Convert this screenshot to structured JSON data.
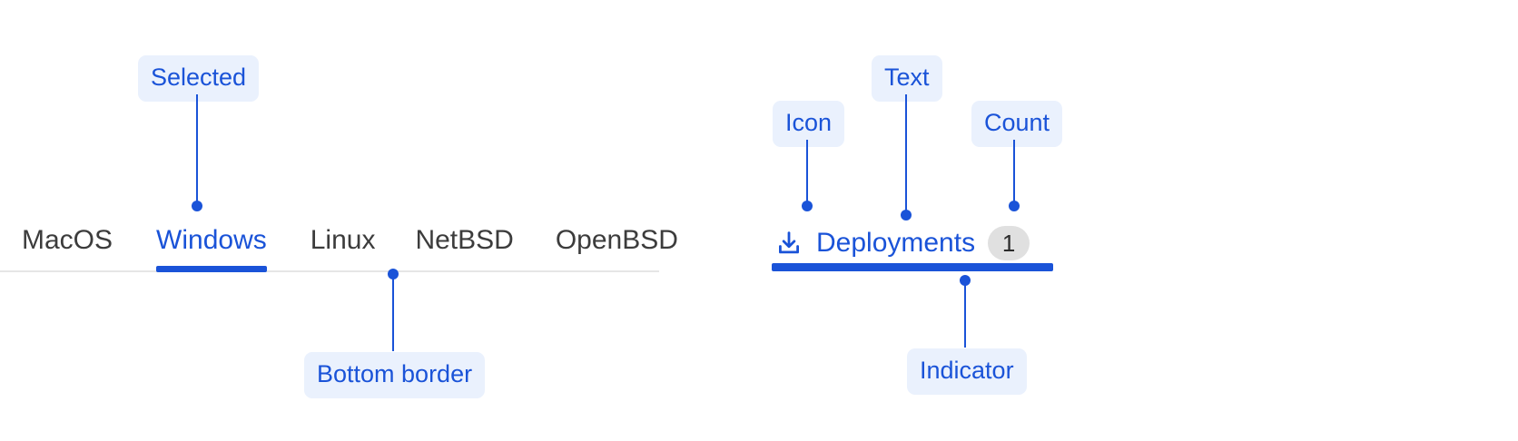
{
  "left_tabs": {
    "items": [
      {
        "label": "MacOS",
        "selected": false
      },
      {
        "label": "Windows",
        "selected": true
      },
      {
        "label": "Linux",
        "selected": false
      },
      {
        "label": "NetBSD",
        "selected": false
      },
      {
        "label": "OpenBSD",
        "selected": false
      }
    ]
  },
  "right_tab": {
    "icon": "download-icon",
    "label": "Deployments",
    "count": "1",
    "selected": true
  },
  "annotations": {
    "selected": "Selected",
    "bottom_border": "Bottom border",
    "icon": "Icon",
    "text": "Text",
    "count": "Count",
    "indicator": "Indicator"
  },
  "colors": {
    "accent": "#1a53d8",
    "callout_bg": "#eaf1fd",
    "tab_text": "#3c3c3c",
    "border": "#e6e6e6",
    "badge_bg": "#e0e0e0"
  }
}
